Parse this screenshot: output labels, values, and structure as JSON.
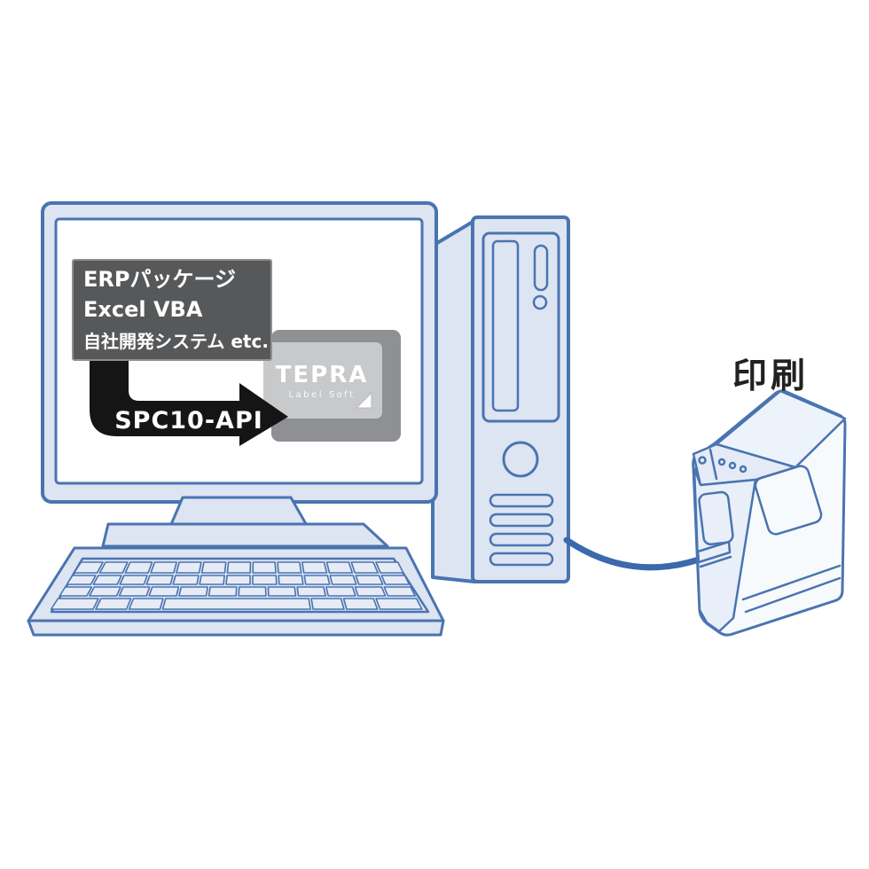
{
  "screen_content": {
    "software_box": {
      "lines": [
        "ERPパッケージ",
        "Excel VBA",
        "自社開発システム etc."
      ]
    },
    "api_arrow_label": "SPC10-API",
    "tepra_card": {
      "brand": "TEPRA",
      "product": "Label Soft"
    }
  },
  "printer_label": "印刷",
  "colors": {
    "outline_blue": "#4a74b0",
    "device_fill": "#dde4f2",
    "key_fill": "#e6ebf6",
    "screen_bg": "#ffffff",
    "box_gray": "#57585a",
    "box_border": "#8f8f8f",
    "box_text": "#ffffff",
    "arrow_black": "#151515",
    "api_text": "#ffffff",
    "card_front": "#c8c9cb",
    "card_back": "#8e9093",
    "card_text": "#ffffff",
    "cable_blue": "#3a69ac",
    "printer_fill": "#f7fafd",
    "printer_face": "#e9eff9",
    "printer_top": "#edf3fb",
    "panel_fill": "#e4ebf7",
    "print_text": "#212121"
  }
}
